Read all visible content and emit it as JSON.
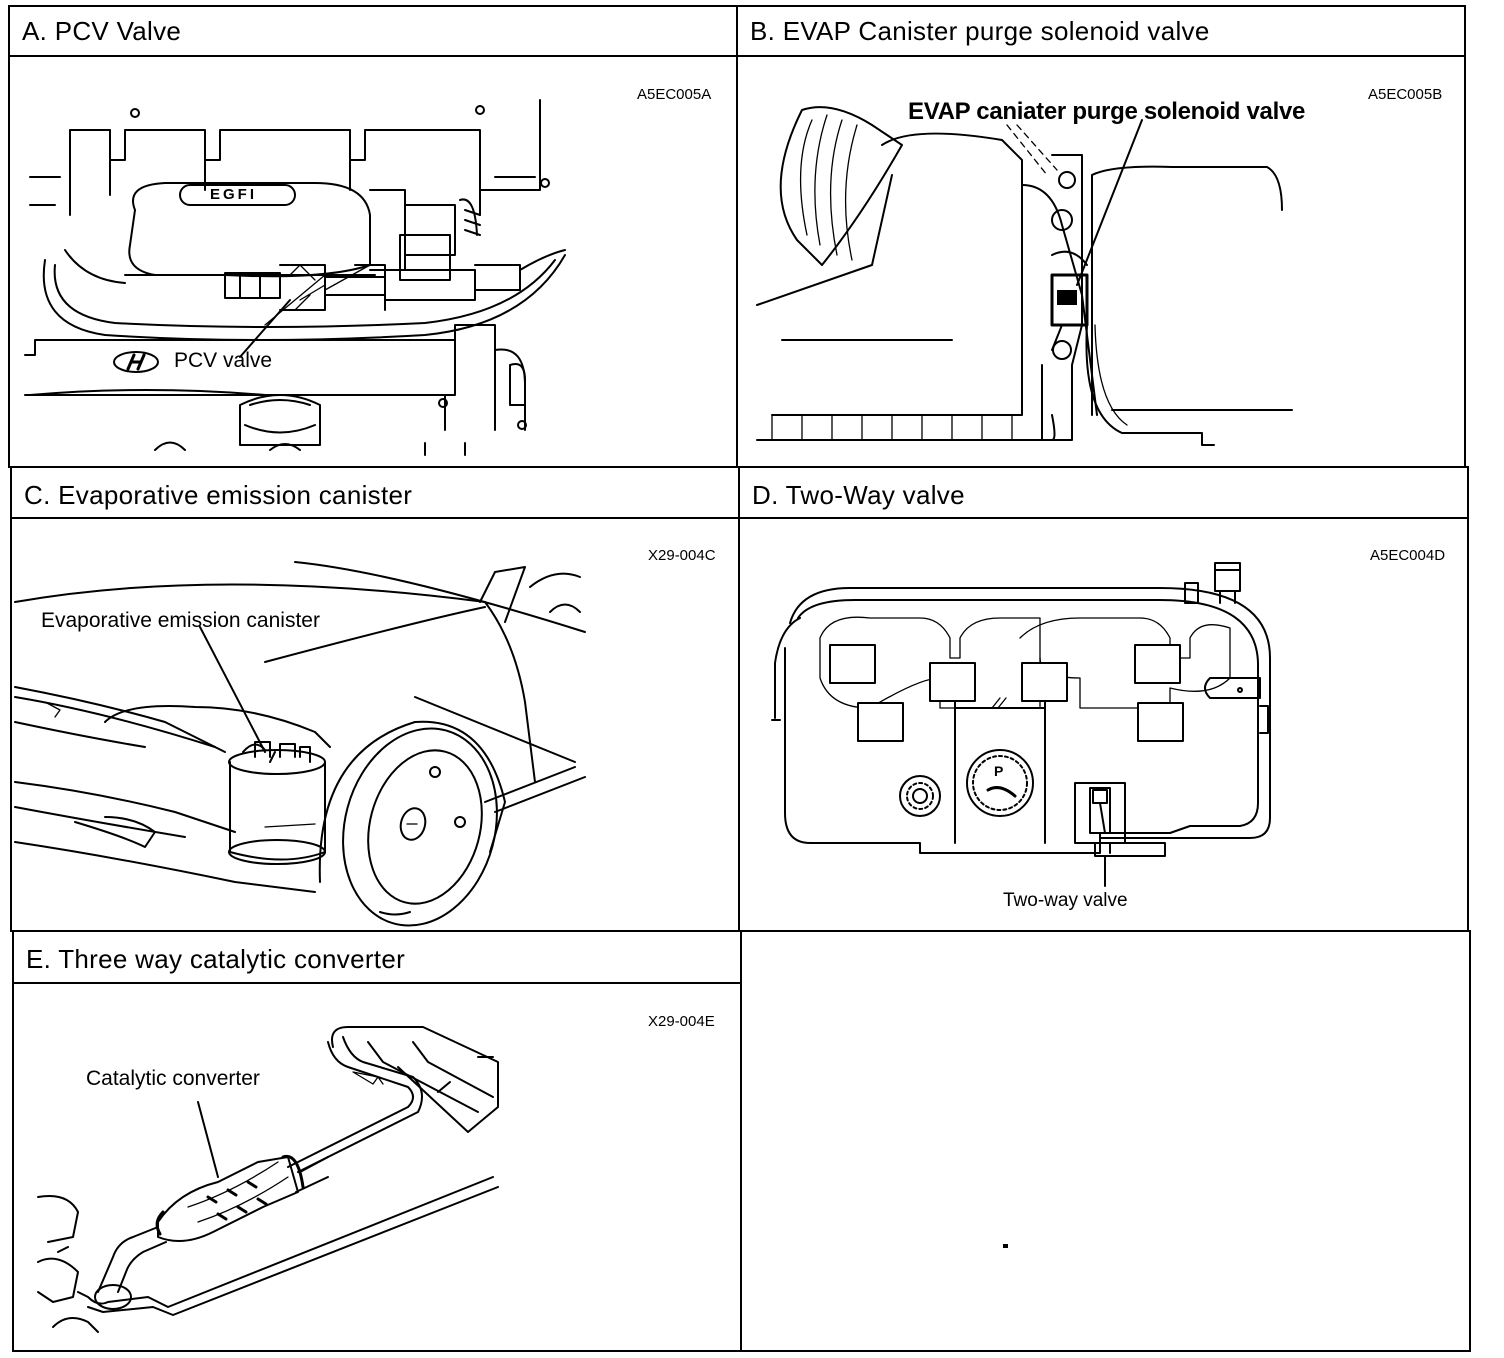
{
  "panels": [
    {
      "title": "A. PCV Valve",
      "code": "A5EC005A",
      "callouts": [
        "PCV  valve"
      ]
    },
    {
      "title": "B. EVAP Canister purge solenoid valve",
      "code": "A5EC005B",
      "callouts": [
        "EVAP  caniater purge solenoid valve"
      ]
    },
    {
      "title": "C. Evaporative emission canister",
      "code": "X29-004C",
      "callouts": [
        "Evaporative emission canister"
      ]
    },
    {
      "title": "D. Two-Way valve",
      "code": "A5EC004D",
      "callouts": [
        "Two-way valve"
      ]
    },
    {
      "title": "E. Three way catalytic converter",
      "code": "X29-004E",
      "callouts": [
        "Catalytic  converter"
      ]
    }
  ],
  "engine_badge": "EGFI",
  "icons": [
    "hyundai-logo-icon"
  ]
}
